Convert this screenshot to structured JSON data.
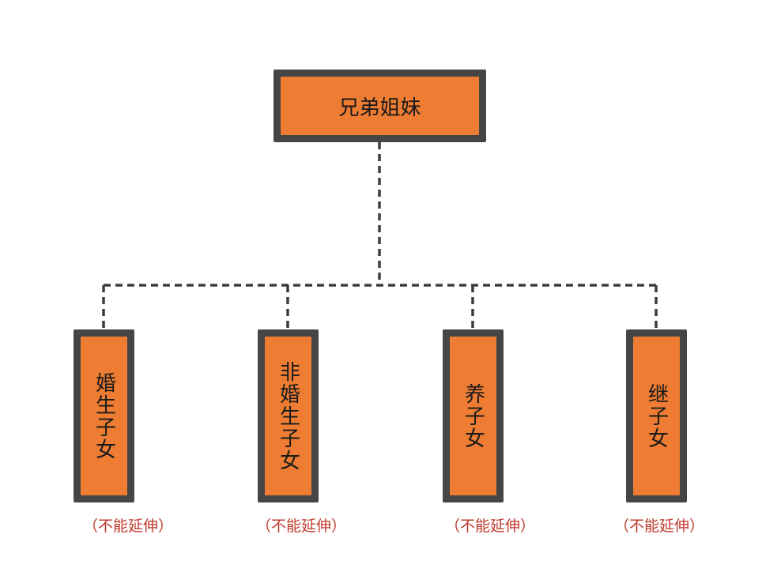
{
  "root": {
    "label": "兄弟姐妹"
  },
  "children": [
    {
      "label": "婚生子女",
      "note": "（不能延伸）"
    },
    {
      "label": "非婚生子女",
      "note": "（不能延伸）"
    },
    {
      "label": "养子女",
      "note": "（不能延伸）"
    },
    {
      "label": "继子女",
      "note": "（不能延伸）"
    }
  ],
  "colors": {
    "box_fill": "#ee7d33",
    "box_border": "#454545",
    "connector": "#3d3d3d",
    "note_text": "#c0392b"
  }
}
